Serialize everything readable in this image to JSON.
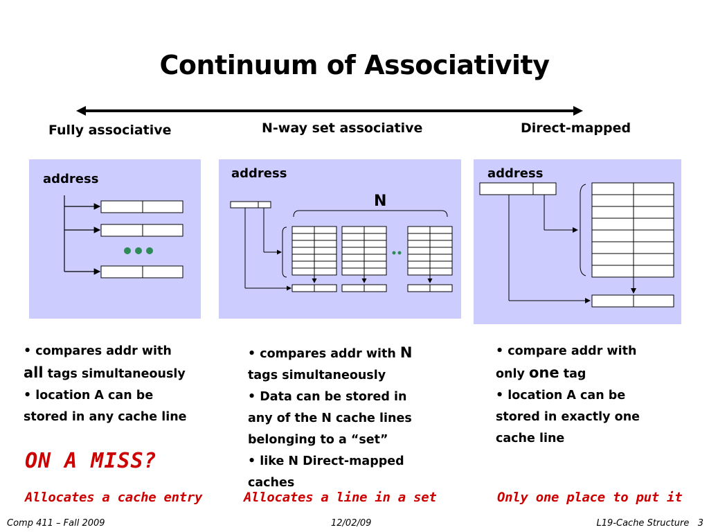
{
  "slide": {
    "title": "Continuum of Associativity"
  },
  "labels": {
    "fully_associative": "Fully associative",
    "nway": "N-way set associative",
    "direct_mapped": "Direct-mapped"
  },
  "diagrams": {
    "address_label": "address",
    "n_label": "N"
  },
  "bullets": {
    "fully_associative": {
      "line1": "• compares addr with",
      "line2_big": "all",
      "line2_rest": " tags simultaneously",
      "line3": "• location A can be",
      "line4": "stored in any cache line"
    },
    "nway": {
      "line1": "• compares addr with ",
      "line1_big": "N",
      "line2": "tags simultaneously",
      "line3": "• Data can be stored in",
      "line4": "any of the N cache lines",
      "line5": "belonging to a “set”",
      "line6": "• like N Direct-mapped",
      "line7": "caches"
    },
    "direct_mapped": {
      "line1": "• compare addr with",
      "line2_pre": "only ",
      "line2_big": "one",
      "line2_rest": " tag",
      "line3": "• location A can be",
      "line4": "stored in exactly one",
      "line5": "cache line"
    }
  },
  "miss": {
    "heading": "ON A MISS?",
    "fully_associative": "Allocates a cache entry",
    "nway": "Allocates a line in a set",
    "direct_mapped": "Only one place to put it"
  },
  "footer": {
    "left": "Comp 411 – Fall 2009",
    "center": "12/02/09",
    "right": "L19-Cache Structure   3"
  },
  "colors": {
    "panel": "#ccccff",
    "miss_text": "#cc0000",
    "dots": "#2e8b57"
  }
}
